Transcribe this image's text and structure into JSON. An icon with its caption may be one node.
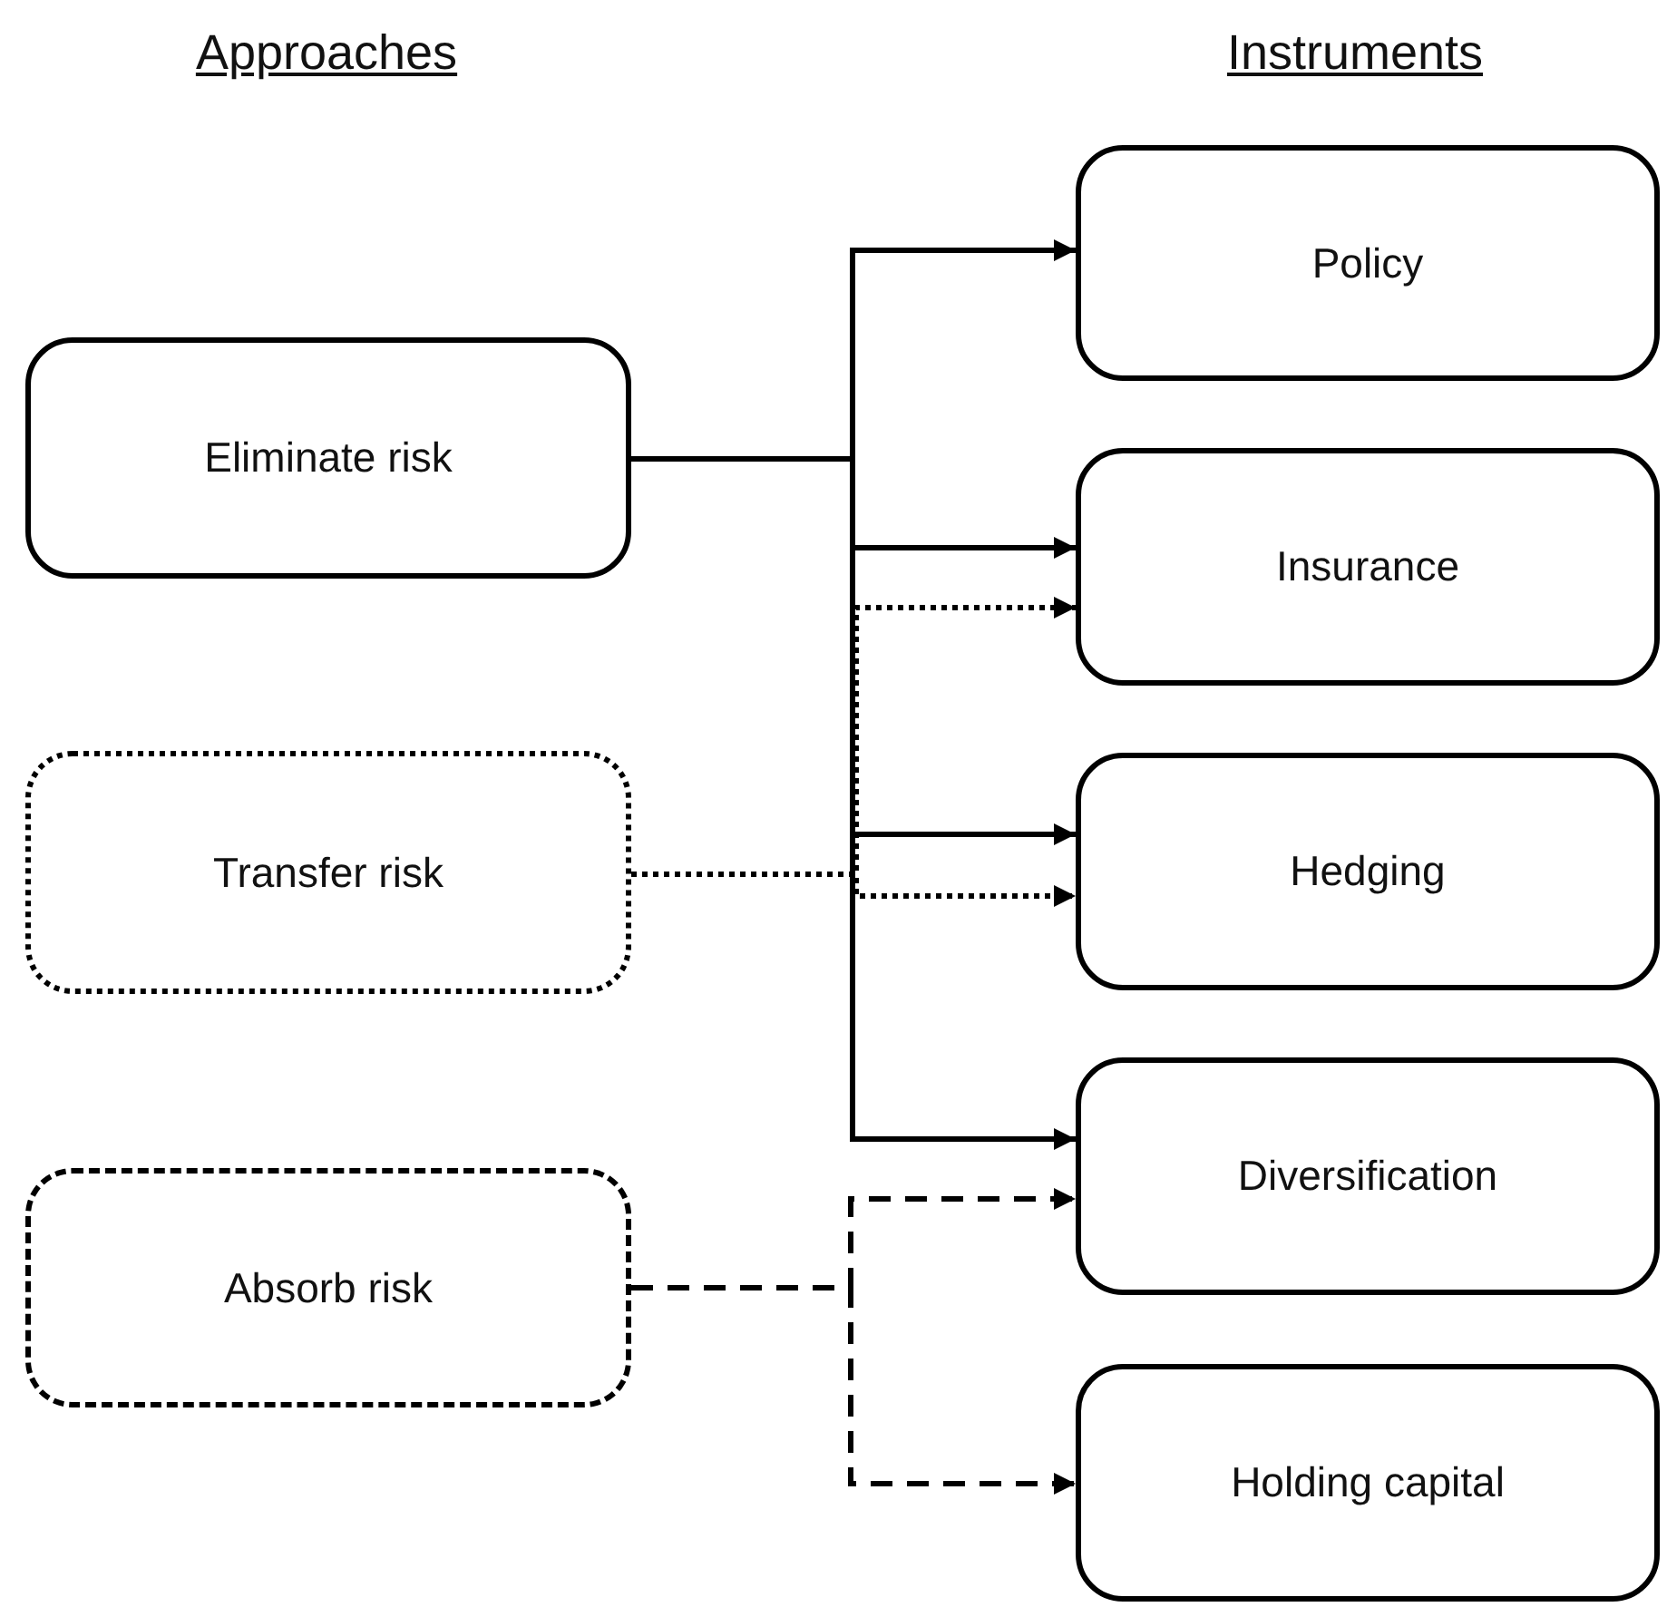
{
  "diagram": {
    "nodes": [
      {
        "text": [
          "Eliminate risk"
        ]
      },
      {
        "text": [
          "Transfer risk"
        ]
      },
      {
        "text": [
          "Absorb risk"
        ]
      },
      {
        "text": [
          "Policy"
        ]
      },
      {
        "text": [
          "Insurance"
        ]
      },
      {
        "text": [
          "Hedging"
        ]
      },
      {
        "text": [
          "Diversification"
        ]
      },
      {
        "text": [
          "Holding capital"
        ]
      }
    ],
    "edges": [
      {
        "from": 0,
        "to": 3,
        "arrow": "to"
      },
      {
        "from": 0,
        "to": 4,
        "arrow": "to"
      },
      {
        "from": 0,
        "to": 5,
        "arrow": "to"
      },
      {
        "from": 0,
        "to": 6,
        "arrow": "to"
      },
      {
        "from": 1,
        "to": 4,
        "arrow": "to",
        "style": "dashed"
      },
      {
        "from": 1,
        "to": 5,
        "arrow": "to",
        "style": "dashed"
      },
      {
        "from": 2,
        "to": 6,
        "arrow": "to",
        "style": "dashed"
      },
      {
        "from": 2,
        "to": 7,
        "arrow": "to",
        "style": "dashed"
      }
    ],
    "labels": [
      "Approaches",
      "Instruments"
    ]
  }
}
